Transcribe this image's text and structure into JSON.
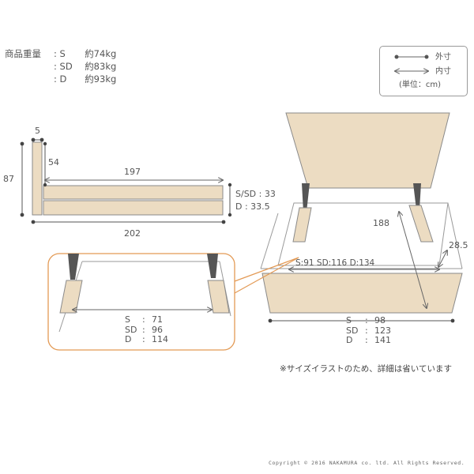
{
  "weights": {
    "label": "商品重量",
    "rows": [
      {
        "size": "S",
        "value": "約74kg"
      },
      {
        "size": "SD",
        "value": "約83kg"
      },
      {
        "size": "D",
        "value": "約93kg"
      }
    ]
  },
  "legend": {
    "outer_label": "外寸",
    "inner_label": "内寸",
    "unit_label": "(単位：cm)"
  },
  "side_view": {
    "headboard_thickness": "5",
    "height": "87",
    "headboard_inner_height": "54",
    "inner_length": "197",
    "outer_length": "202",
    "frame_height_s_sd": "S/SD : 33",
    "frame_height_d": "D : 33.5"
  },
  "storage_view": {
    "inner_length": "188",
    "inner_width": "S:91 SD:116 D:134",
    "inner_depth": "28.5",
    "outer_width": [
      {
        "size": "S",
        "value": "98"
      },
      {
        "size": "SD",
        "value": "123"
      },
      {
        "size": "D",
        "value": "141"
      }
    ]
  },
  "detail_view": {
    "widths": [
      {
        "size": "S",
        "value": "71"
      },
      {
        "size": "SD",
        "value": "96"
      },
      {
        "size": "D",
        "value": "114"
      }
    ]
  },
  "colors": {
    "wood": "#ecdcc2",
    "wood_edge": "#8a8a8a",
    "line": "#7a7a7a",
    "accent_orange": "#e39a55",
    "strut": "#555555"
  },
  "note": "※サイズイラストのため、詳細は省いています",
  "copyright": "Copyright © 2016 NAKAMURA co. ltd. All Rights Reserved."
}
